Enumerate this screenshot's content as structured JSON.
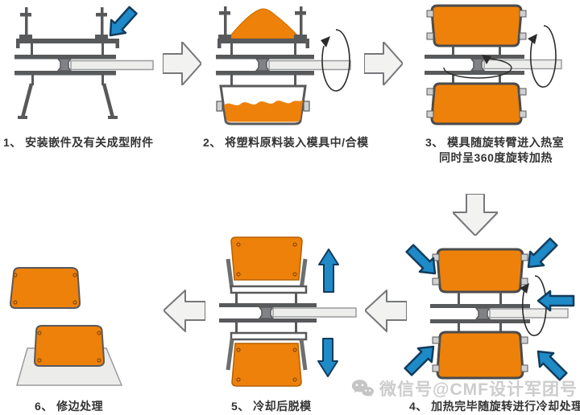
{
  "title": "rotational-molding-process-diagram",
  "steps": [
    {
      "caption": "1、 安装嵌件及有关成型附件"
    },
    {
      "caption": "2、 将塑料原料装入模具中/合模"
    },
    {
      "caption": "3、 模具随旋转臂进入热室",
      "caption2": "同时呈360度旋转加热"
    },
    {
      "caption": "4、 加热完毕随旋转进行冷却处理"
    },
    {
      "caption": "5、 冷却后脱模"
    },
    {
      "caption": "6、 修边处理"
    }
  ],
  "watermark": {
    "text": "微信号@CMF设计军团号",
    "icon": "wechat-icon"
  },
  "colors": {
    "orange": "#EE8109",
    "blue": "#1E8AC8",
    "blue_outline": "#123C5C",
    "metal": "#58595B",
    "metal_light": "#808285",
    "flow_arrow_fill": "#F2F2F1",
    "flow_arrow_stroke": "#76777A",
    "rotation_arrow": "#2B2B2B",
    "mat_gray": "#ECECEB",
    "caption_text": "#333333",
    "watermark_gray": "#C7C7C7"
  },
  "icons": [
    "blue-arrow-icon",
    "flow-arrow-right-icon",
    "flow-arrow-down-icon",
    "flow-arrow-left-icon",
    "rotation-arrow-icon",
    "up-arrow-icon",
    "down-arrow-icon",
    "wechat-icon"
  ]
}
